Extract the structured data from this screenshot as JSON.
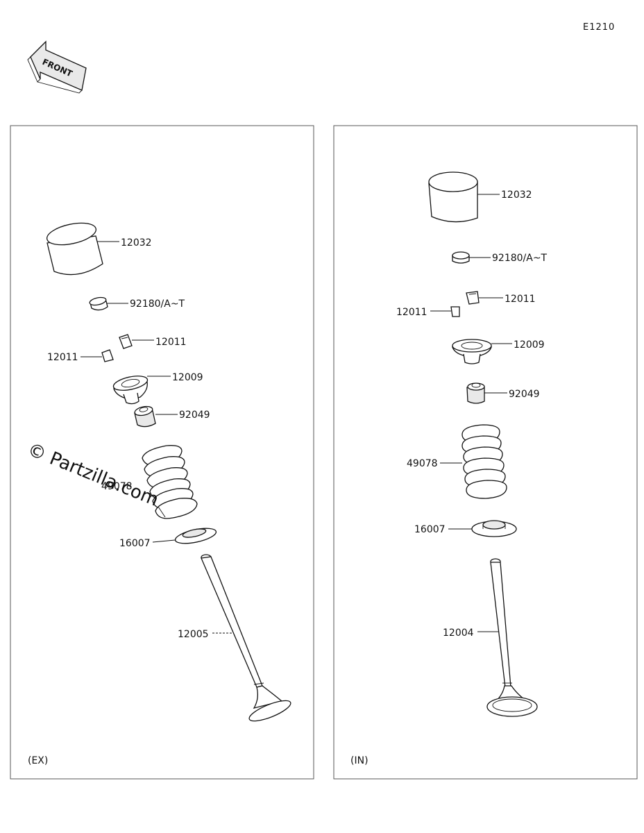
{
  "diagram_code": "E1210",
  "front_label": "FRONT",
  "watermark": "© Partzilla.com",
  "panels": [
    {
      "id": "ex",
      "label": "(EX)",
      "callouts": [
        {
          "part": "tappet",
          "number": "12032"
        },
        {
          "part": "shim",
          "number": "92180/A~T"
        },
        {
          "part": "cotter-upper",
          "number": "12011"
        },
        {
          "part": "cotter-lower",
          "number": "12011"
        },
        {
          "part": "spring-retainer",
          "number": "12009"
        },
        {
          "part": "stem-seal",
          "number": "92049"
        },
        {
          "part": "valve-spring",
          "number": "49078"
        },
        {
          "part": "spring-seat",
          "number": "16007"
        },
        {
          "part": "exhaust-valve",
          "number": "12005"
        }
      ]
    },
    {
      "id": "in",
      "label": "(IN)",
      "callouts": [
        {
          "part": "tappet",
          "number": "12032"
        },
        {
          "part": "shim",
          "number": "92180/A~T"
        },
        {
          "part": "cotter-upper",
          "number": "12011"
        },
        {
          "part": "cotter-lower",
          "number": "12011"
        },
        {
          "part": "spring-retainer",
          "number": "12009"
        },
        {
          "part": "stem-seal",
          "number": "92049"
        },
        {
          "part": "valve-spring",
          "number": "49078"
        },
        {
          "part": "spring-seat",
          "number": "16007"
        },
        {
          "part": "intake-valve",
          "number": "12004"
        }
      ]
    }
  ]
}
